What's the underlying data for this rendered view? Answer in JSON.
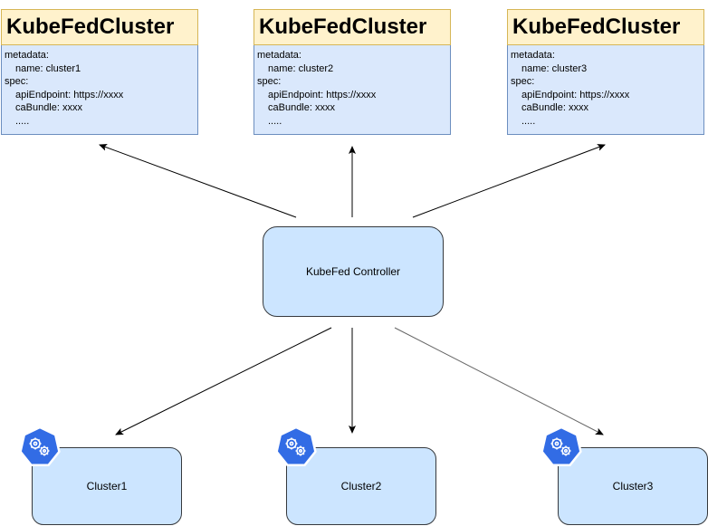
{
  "resource_cards": [
    {
      "title": "KubeFedCluster",
      "lines": [
        "metadata:",
        "name: cluster1",
        "spec:",
        "apiEndpoint: https://xxxx",
        "caBundle: xxxx",
        "....."
      ]
    },
    {
      "title": "KubeFedCluster",
      "lines": [
        "metadata:",
        "name: cluster2",
        "spec:",
        "apiEndpoint: https://xxxx",
        "caBundle: xxxx",
        "....."
      ]
    },
    {
      "title": "KubeFedCluster",
      "lines": [
        "metadata:",
        "name: cluster3",
        "spec:",
        "apiEndpoint: https://xxxx",
        "caBundle: xxxx",
        "....."
      ]
    }
  ],
  "controller": {
    "label": "KubeFed Controller"
  },
  "clusters": [
    {
      "label": "Cluster1"
    },
    {
      "label": "Cluster2"
    },
    {
      "label": "Cluster3"
    }
  ],
  "colors": {
    "card_title_fill": "#fff2cc",
    "card_title_border": "#d6b656",
    "card_body_fill": "#dae8fc",
    "card_body_border": "#6c8ebf",
    "node_fill": "#cce5ff",
    "node_border": "#36393d",
    "k8s_logo": "#326ce5"
  },
  "icons": {
    "cluster_logo": "kubernetes-helm-wheel-icon"
  }
}
